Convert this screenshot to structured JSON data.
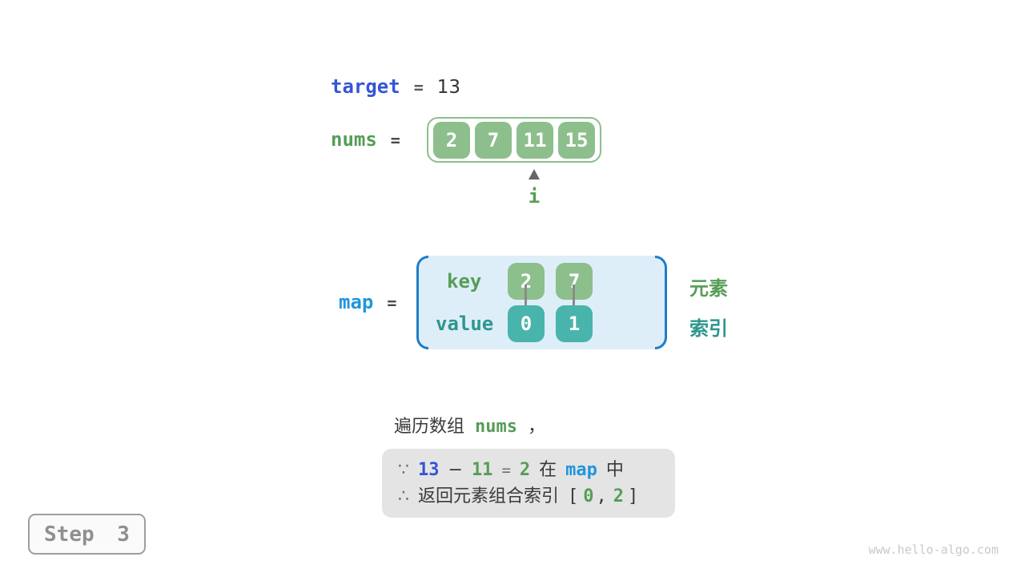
{
  "colors": {
    "array_green": "#8CBF8C",
    "value_teal": "#49B4AB",
    "green_text": "#579D57",
    "teal_text": "#2E968E",
    "indigo_text": "#3356D6",
    "bright_blue_text": "#2196DB",
    "map_bracket_blue": "#1D7DC8",
    "map_background": "#DEEEF8",
    "conclusion_background": "#E4E4E4",
    "dark_text": "#3A3A3A",
    "gray_symbol": "#6E6E6E"
  },
  "target_line": {
    "label": "target",
    "equals": "=",
    "value": "13"
  },
  "nums_line": {
    "label": "nums",
    "equals": "="
  },
  "nums_array": {
    "cells": [
      "2",
      "7",
      "11",
      "15"
    ]
  },
  "index_pointer": {
    "label": "i",
    "points_at_cell": "11"
  },
  "map_line": {
    "label": "map",
    "equals": "="
  },
  "map_table": {
    "key_label": "key",
    "value_label": "value",
    "entries": [
      {
        "key": "2",
        "value": "0"
      },
      {
        "key": "7",
        "value": "1"
      }
    ]
  },
  "side_labels": {
    "element": "元素",
    "index": "索引"
  },
  "caption": {
    "prefix": "遍历数组",
    "code": "nums",
    "comma": "，"
  },
  "conclusion": {
    "line1": {
      "because": "∵",
      "target": "13",
      "minus": "−",
      "num": "11",
      "equals": "=",
      "diff": "2",
      "in_word": "在",
      "map_word": "map",
      "suffix": "中"
    },
    "line2": {
      "therefore": "∴",
      "text": "返回元素组合索引",
      "open": "[",
      "index1": "0",
      "comma": ",",
      "index2": "2",
      "close": "]"
    }
  },
  "step_badge": {
    "label": "Step 3"
  },
  "watermark": "www.hello-algo.com"
}
